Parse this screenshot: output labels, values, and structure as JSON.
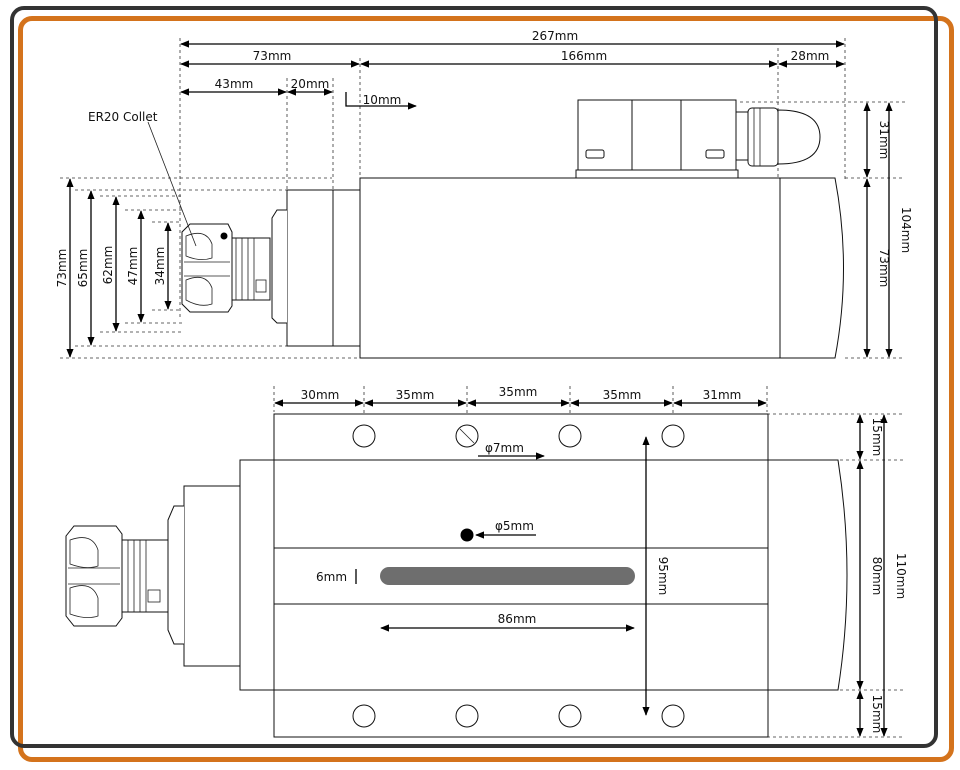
{
  "colors": {
    "frame_outer": "#333333",
    "frame_inner": "#d4731c",
    "slot": "#6e6e6e"
  },
  "labels": {
    "collet": "ER20 Collet"
  },
  "top_view": {
    "dim_total": "267mm",
    "dim_73": "73mm",
    "dim_166": "166mm",
    "dim_28": "28mm",
    "dim_43": "43mm",
    "dim_20": "20mm",
    "dim_10": "10mm",
    "dim_31": "31mm",
    "dim_104": "104mm",
    "dim_73_right": "73mm",
    "dim_73_left": "73mm",
    "dim_65": "65mm",
    "dim_62": "62mm",
    "dim_47": "47mm",
    "dim_34": "34mm"
  },
  "bottom_view": {
    "dim_30": "30mm",
    "dim_35a": "35mm",
    "dim_35b": "35mm",
    "dim_35c": "35mm",
    "dim_31": "31mm",
    "phi7": "φ7mm",
    "phi5": "φ5mm",
    "dim_6": "6mm",
    "dim_86": "86mm",
    "dim_95": "95mm",
    "dim_15_top": "15mm",
    "dim_80": "80mm",
    "dim_110": "110mm",
    "dim_15_bottom": "15mm"
  }
}
